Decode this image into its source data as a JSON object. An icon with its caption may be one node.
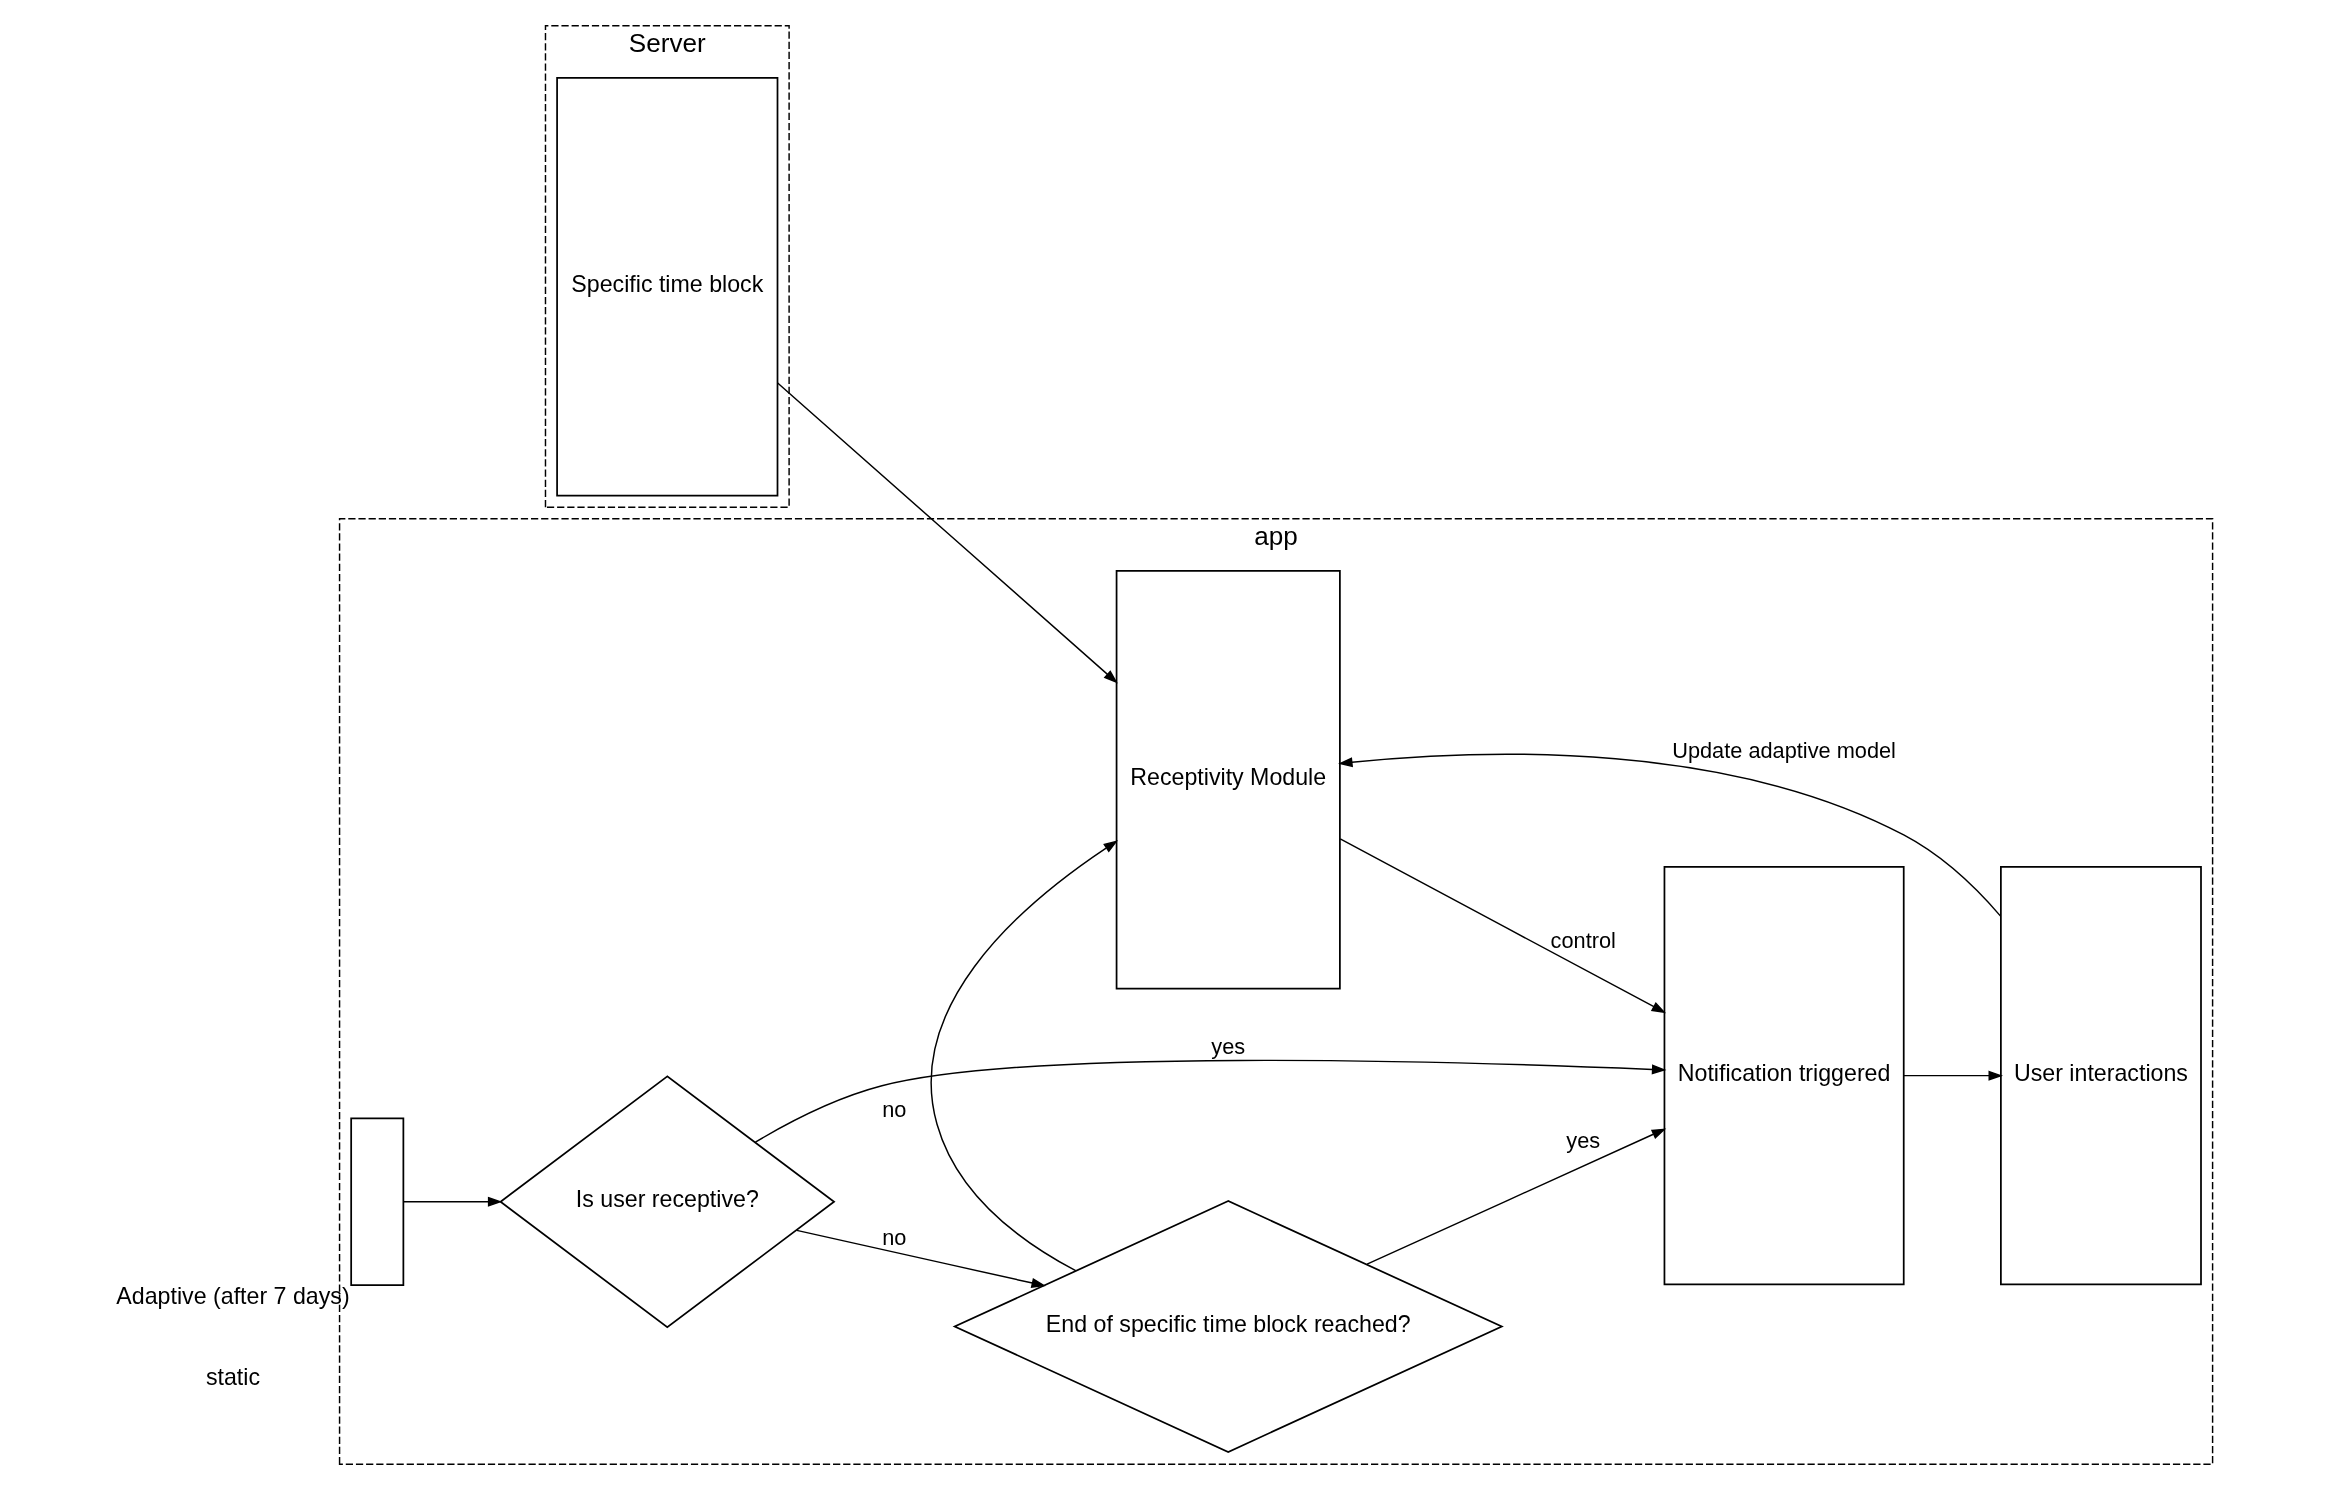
{
  "diagram": {
    "nodes": [
      {
        "text": [
          "Server"
        ]
      },
      {
        "text": [
          "Specific time block"
        ],
        "in": 0
      },
      {
        "text": [
          "app"
        ]
      },
      {
        "text": [
          "Receptivity Module"
        ],
        "in": 2
      },
      {
        "text": [],
        "shape": "box",
        "in": 2,
        "beside": [
          "Adaptive (after 7 days)",
          "static"
        ]
      },
      {
        "text": [
          "Is user receptive?"
        ],
        "in": 2
      },
      {
        "text": [
          "End of specific time block reached?"
        ],
        "in": 2
      },
      {
        "text": [
          "Notification triggered"
        ],
        "in": 2
      },
      {
        "text": [
          "User interactions"
        ],
        "in": 2
      }
    ],
    "edges": [
      {
        "from": 1,
        "to": 3,
        "arrow": "to"
      },
      {
        "from": 4,
        "to": 5,
        "arrow": "to"
      },
      {
        "from": 5,
        "to": 7,
        "arrow": "to",
        "label": "yes"
      },
      {
        "from": 5,
        "to": 6,
        "arrow": "to",
        "label": "no"
      },
      {
        "from": 6,
        "to": 3,
        "arrow": "to",
        "label": "no"
      },
      {
        "from": 6,
        "to": 7,
        "arrow": "to",
        "label": "yes"
      },
      {
        "from": 3,
        "to": 7,
        "arrow": "to",
        "label": "control"
      },
      {
        "from": 7,
        "to": 8,
        "arrow": "to"
      },
      {
        "from": 8,
        "to": 3,
        "arrow": "to",
        "label": "Update adaptive model"
      }
    ]
  }
}
